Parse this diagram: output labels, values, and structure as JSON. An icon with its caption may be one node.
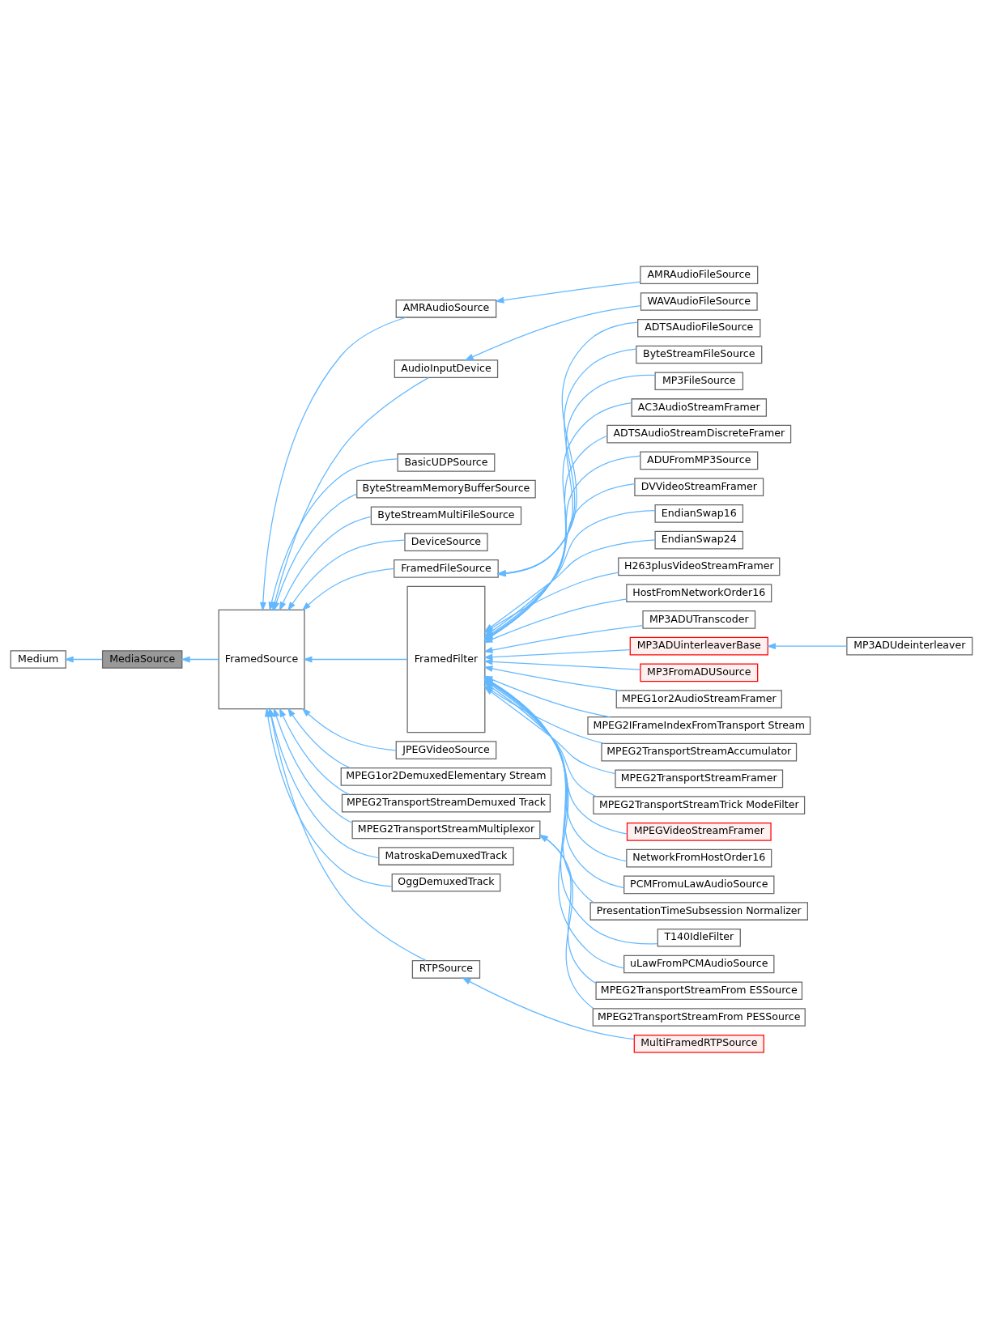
{
  "diagram": {
    "nodes": [
      {
        "text": [
          "Medium"
        ]
      },
      {
        "text": [
          "MediaSource"
        ]
      },
      {
        "text": [
          "FramedSource"
        ]
      },
      {
        "text": [
          "AMRAudioSource"
        ]
      },
      {
        "text": [
          "AudioInputDevice"
        ]
      },
      {
        "text": [
          "BasicUDPSource"
        ]
      },
      {
        "text": [
          "ByteStreamMemoryBufferSource"
        ]
      },
      {
        "text": [
          "ByteStreamMultiFileSource"
        ]
      },
      {
        "text": [
          "DeviceSource"
        ]
      },
      {
        "text": [
          "FramedFileSource"
        ]
      },
      {
        "text": [
          "FramedFilter"
        ]
      },
      {
        "text": [
          "JPEGVideoSource"
        ]
      },
      {
        "text": [
          "MPEG1or2DemuxedElementary Stream"
        ]
      },
      {
        "text": [
          "MPEG2TransportStreamDemuxed Track"
        ]
      },
      {
        "text": [
          "MPEG2TransportStreamMultiplexor"
        ]
      },
      {
        "text": [
          "MatroskaDemuxedTrack"
        ]
      },
      {
        "text": [
          "OggDemuxedTrack"
        ]
      },
      {
        "text": [
          "RTPSource"
        ]
      },
      {
        "text": [
          "AMRAudioFileSource"
        ]
      },
      {
        "text": [
          "WAVAudioFileSource"
        ]
      },
      {
        "text": [
          "ADTSAudioFileSource"
        ]
      },
      {
        "text": [
          "ByteStreamFileSource"
        ]
      },
      {
        "text": [
          "MP3FileSource"
        ]
      },
      {
        "text": [
          "AC3AudioStreamFramer"
        ]
      },
      {
        "text": [
          "ADTSAudioStreamDiscreteFramer"
        ]
      },
      {
        "text": [
          "ADUFromMP3Source"
        ]
      },
      {
        "text": [
          "DVVideoStreamFramer"
        ]
      },
      {
        "text": [
          "EndianSwap16"
        ]
      },
      {
        "text": [
          "EndianSwap24"
        ]
      },
      {
        "text": [
          "H263plusVideoStreamFramer"
        ]
      },
      {
        "text": [
          "HostFromNetworkOrder16"
        ]
      },
      {
        "text": [
          "MP3ADUTranscoder"
        ]
      },
      {
        "text": [
          "MP3ADUinterleaverBase"
        ]
      },
      {
        "text": [
          "MP3FromADUSource"
        ]
      },
      {
        "text": [
          "MPEG1or2AudioStreamFramer"
        ]
      },
      {
        "text": [
          "MPEG2IFrameIndexFromTransport Stream"
        ]
      },
      {
        "text": [
          "MPEG2TransportStreamAccumulator"
        ]
      },
      {
        "text": [
          "MPEG2TransportStreamFramer"
        ]
      },
      {
        "text": [
          "MPEG2TransportStreamTrick ModeFilter"
        ]
      },
      {
        "text": [
          "MPEGVideoStreamFramer"
        ]
      },
      {
        "text": [
          "NetworkFromHostOrder16"
        ]
      },
      {
        "text": [
          "PCMFromuLawAudioSource"
        ]
      },
      {
        "text": [
          "PresentationTimeSubsession Normalizer"
        ]
      },
      {
        "text": [
          "T140IdleFilter"
        ]
      },
      {
        "text": [
          "uLawFromPCMAudioSource"
        ]
      },
      {
        "text": [
          "MPEG2TransportStreamFrom ESSource"
        ]
      },
      {
        "text": [
          "MPEG2TransportStreamFrom PESSource"
        ]
      },
      {
        "text": [
          "MultiFramedRTPSource"
        ]
      },
      {
        "text": [
          "MP3ADUdeinterleaver"
        ]
      }
    ],
    "edges": [
      {
        "from": 1,
        "to": 0,
        "arrow": "to"
      },
      {
        "from": 2,
        "to": 1,
        "arrow": "to"
      },
      {
        "from": 3,
        "to": 2,
        "arrow": "to"
      },
      {
        "from": 4,
        "to": 2,
        "arrow": "to"
      },
      {
        "from": 5,
        "to": 2,
        "arrow": "to"
      },
      {
        "from": 6,
        "to": 2,
        "arrow": "to"
      },
      {
        "from": 7,
        "to": 2,
        "arrow": "to"
      },
      {
        "from": 8,
        "to": 2,
        "arrow": "to"
      },
      {
        "from": 9,
        "to": 2,
        "arrow": "to"
      },
      {
        "from": 10,
        "to": 2,
        "arrow": "to"
      },
      {
        "from": 11,
        "to": 2,
        "arrow": "to"
      },
      {
        "from": 12,
        "to": 2,
        "arrow": "to"
      },
      {
        "from": 13,
        "to": 2,
        "arrow": "to"
      },
      {
        "from": 14,
        "to": 2,
        "arrow": "to"
      },
      {
        "from": 15,
        "to": 2,
        "arrow": "to"
      },
      {
        "from": 16,
        "to": 2,
        "arrow": "to"
      },
      {
        "from": 17,
        "to": 2,
        "arrow": "to"
      },
      {
        "from": 18,
        "to": 3,
        "arrow": "to"
      },
      {
        "from": 19,
        "to": 4,
        "arrow": "to"
      },
      {
        "from": 20,
        "to": 9,
        "arrow": "to"
      },
      {
        "from": 21,
        "to": 9,
        "arrow": "to"
      },
      {
        "from": 22,
        "to": 9,
        "arrow": "to"
      },
      {
        "from": 23,
        "to": 10,
        "arrow": "to"
      },
      {
        "from": 24,
        "to": 10,
        "arrow": "to"
      },
      {
        "from": 25,
        "to": 10,
        "arrow": "to"
      },
      {
        "from": 26,
        "to": 10,
        "arrow": "to"
      },
      {
        "from": 27,
        "to": 10,
        "arrow": "to"
      },
      {
        "from": 28,
        "to": 10,
        "arrow": "to"
      },
      {
        "from": 29,
        "to": 10,
        "arrow": "to"
      },
      {
        "from": 30,
        "to": 10,
        "arrow": "to"
      },
      {
        "from": 31,
        "to": 10,
        "arrow": "to"
      },
      {
        "from": 32,
        "to": 10,
        "arrow": "to"
      },
      {
        "from": 33,
        "to": 10,
        "arrow": "to"
      },
      {
        "from": 34,
        "to": 10,
        "arrow": "to"
      },
      {
        "from": 35,
        "to": 10,
        "arrow": "to"
      },
      {
        "from": 36,
        "to": 10,
        "arrow": "to"
      },
      {
        "from": 37,
        "to": 10,
        "arrow": "to"
      },
      {
        "from": 38,
        "to": 10,
        "arrow": "to"
      },
      {
        "from": 39,
        "to": 10,
        "arrow": "to"
      },
      {
        "from": 40,
        "to": 10,
        "arrow": "to"
      },
      {
        "from": 41,
        "to": 10,
        "arrow": "to"
      },
      {
        "from": 42,
        "to": 10,
        "arrow": "to"
      },
      {
        "from": 43,
        "to": 10,
        "arrow": "to"
      },
      {
        "from": 44,
        "to": 10,
        "arrow": "to"
      },
      {
        "from": 45,
        "to": 14,
        "arrow": "to"
      },
      {
        "from": 46,
        "to": 14,
        "arrow": "to"
      },
      {
        "from": 47,
        "to": 17,
        "arrow": "to"
      },
      {
        "from": 48,
        "to": 32,
        "arrow": "to"
      }
    ]
  }
}
